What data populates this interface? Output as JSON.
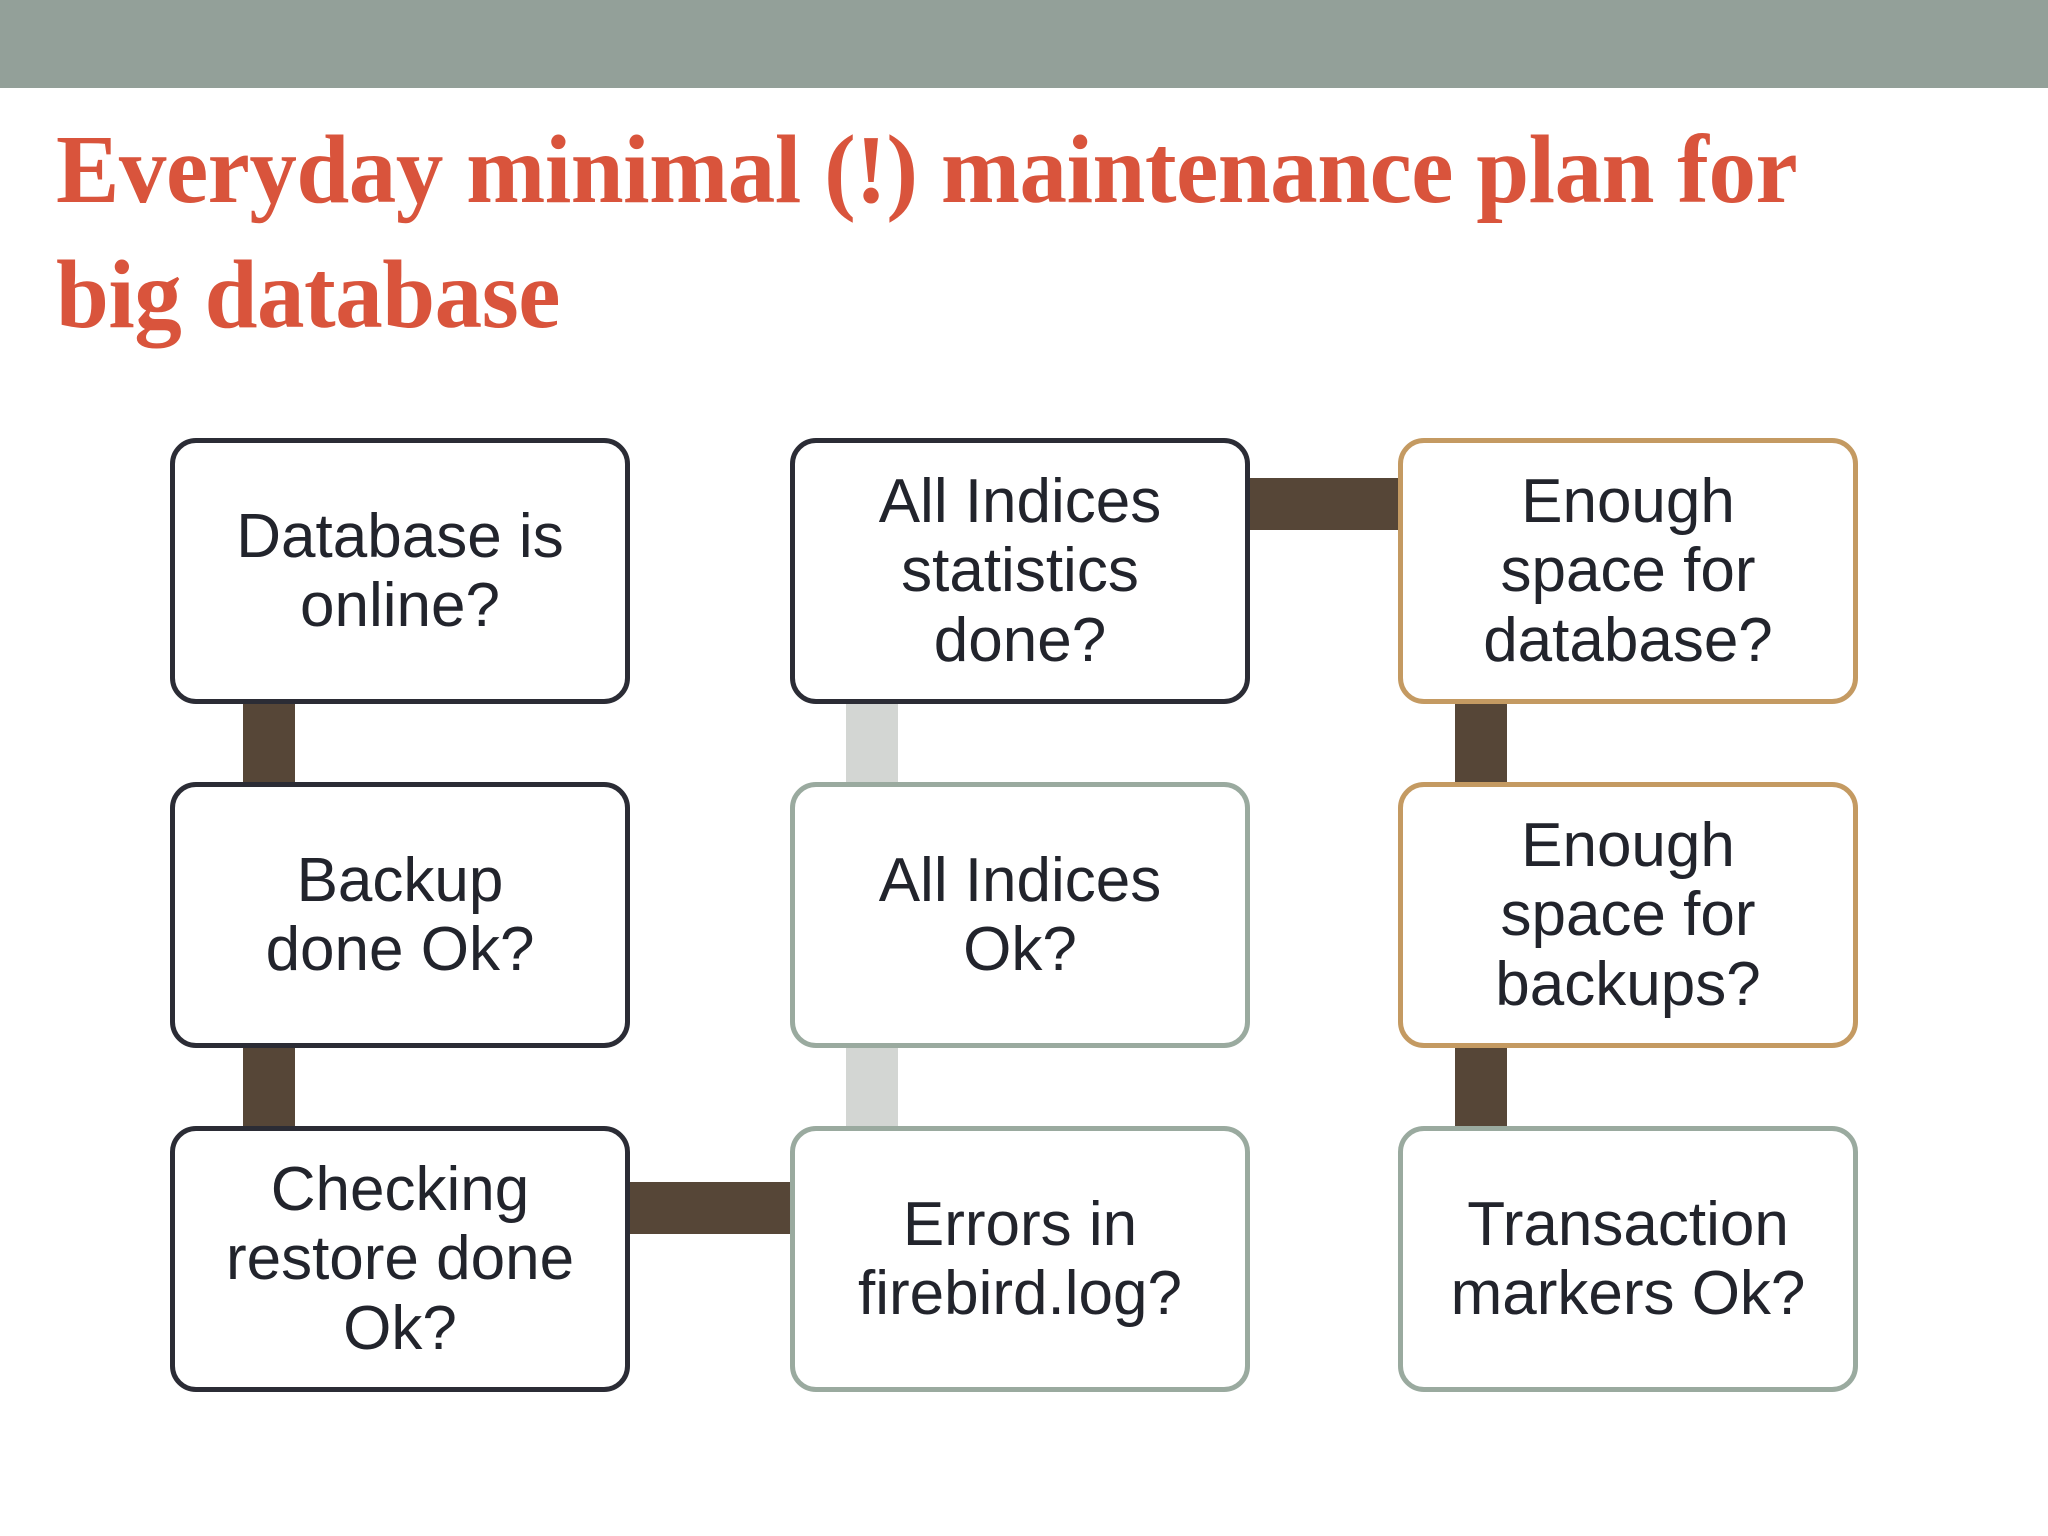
{
  "slide": {
    "title": "Everyday minimal (!) maintenance plan for big database",
    "title_color": "#d9543c",
    "topbar_color": "#93a099",
    "background_color": "#ffffff"
  },
  "diagram": {
    "type": "flowchart-grid",
    "colors": {
      "dark_border": "#2b2c35",
      "tan_border": "#c49a62",
      "sage_border": "#9aaa9f",
      "brown_connector": "#564637",
      "grey_connector": "#d3d6d3",
      "node_text": "#22242c"
    },
    "nodes": [
      {
        "id": "database-online",
        "label": "Database is\nonline?",
        "border": "dark"
      },
      {
        "id": "backup-done",
        "label": "Backup\ndone Ok?",
        "border": "dark"
      },
      {
        "id": "checking-restore",
        "label": "Checking\nrestore done\nOk?",
        "border": "dark"
      },
      {
        "id": "indices-statistics",
        "label": "All Indices\nstatistics\ndone?",
        "border": "dark"
      },
      {
        "id": "indices-ok",
        "label": "All Indices\nOk?",
        "border": "sage"
      },
      {
        "id": "errors-firebird-log",
        "label": "Errors in\nfirebird.log?",
        "border": "sage"
      },
      {
        "id": "space-database",
        "label": "Enough\nspace for\ndatabase?",
        "border": "tan"
      },
      {
        "id": "space-backups",
        "label": "Enough\nspace for\nbackups?",
        "border": "tan"
      },
      {
        "id": "transaction-markers",
        "label": "Transaction\nmarkers Ok?",
        "border": "sage"
      }
    ],
    "connectors": [
      {
        "id": "c1",
        "from": "database-online",
        "to": "backup-done",
        "orientation": "vertical",
        "color": "brown"
      },
      {
        "id": "c2",
        "from": "backup-done",
        "to": "checking-restore",
        "orientation": "vertical",
        "color": "brown"
      },
      {
        "id": "c3",
        "from": "checking-restore",
        "to": "errors-firebird-log",
        "orientation": "horizontal",
        "color": "brown"
      },
      {
        "id": "c4",
        "from": "indices-statistics",
        "to": "indices-ok",
        "orientation": "vertical",
        "color": "grey"
      },
      {
        "id": "c5",
        "from": "indices-ok",
        "to": "errors-firebird-log",
        "orientation": "vertical",
        "color": "grey"
      },
      {
        "id": "c6",
        "from": "indices-statistics",
        "to": "space-database",
        "orientation": "horizontal",
        "color": "brown"
      },
      {
        "id": "c7",
        "from": "space-database",
        "to": "space-backups",
        "orientation": "vertical",
        "color": "brown"
      },
      {
        "id": "c8",
        "from": "space-backups",
        "to": "transaction-markers",
        "orientation": "vertical",
        "color": "brown"
      }
    ]
  }
}
